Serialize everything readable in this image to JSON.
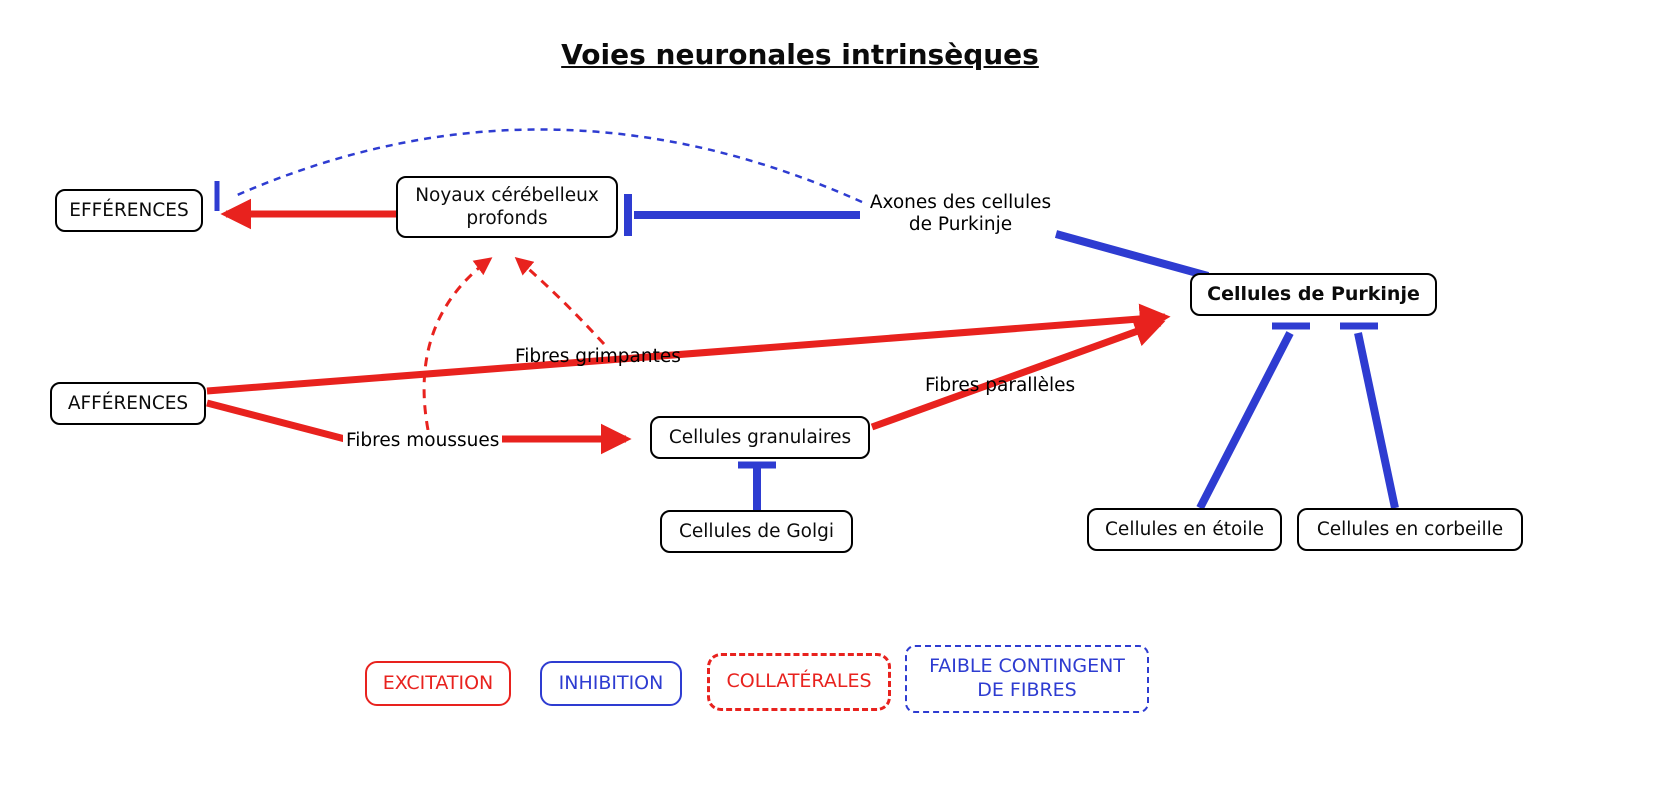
{
  "title": "Voies neuronales intrinsèques",
  "colors": {
    "excitation": "#e8221e",
    "inhibition": "#2e3cd1"
  },
  "nodes": {
    "efferences": {
      "label": "EFFÉRENCES"
    },
    "noyaux": {
      "label": "Noyaux cérébelleux profonds"
    },
    "afferences": {
      "label": "AFFÉRENCES"
    },
    "granulaires": {
      "label": "Cellules granulaires"
    },
    "golgi": {
      "label": "Cellules de Golgi"
    },
    "purkinje": {
      "label": "Cellules de Purkinje"
    },
    "etoile": {
      "label": "Cellules en étoile"
    },
    "corbeille": {
      "label": "Cellules en corbeille"
    }
  },
  "labels": {
    "axones": "Axones des cellules de Purkinje",
    "grimpantes": "Fibres grimpantes",
    "paralleles": "Fibres parallèles",
    "moussues": "Fibres moussues"
  },
  "edges": [
    {
      "from": "noyaux",
      "to": "efferences",
      "type": "excitation"
    },
    {
      "from": "afferences",
      "to": "purkinje",
      "type": "excitation",
      "via": "Fibres grimpantes"
    },
    {
      "from": "afferences",
      "to": "granulaires",
      "type": "excitation",
      "via": "Fibres moussues"
    },
    {
      "from": "granulaires",
      "to": "purkinje",
      "type": "excitation",
      "via": "Fibres parallèles"
    },
    {
      "from": "fibres-moussues",
      "to": "noyaux",
      "type": "collaterale"
    },
    {
      "from": "fibres-grimpantes",
      "to": "noyaux",
      "type": "collaterale"
    },
    {
      "from": "axones-purkinje",
      "to": "noyaux",
      "type": "inhibition"
    },
    {
      "from": "purkinje",
      "to": "axones-purkinje",
      "type": "connexion"
    },
    {
      "from": "etoile",
      "to": "purkinje",
      "type": "inhibition"
    },
    {
      "from": "corbeille",
      "to": "purkinje",
      "type": "inhibition"
    },
    {
      "from": "golgi",
      "to": "granulaires",
      "type": "inhibition"
    },
    {
      "from": "axones-purkinje",
      "to": "efferences",
      "type": "faible-contingent-de-fibres"
    }
  ],
  "legend": [
    {
      "label": "EXCITATION",
      "color": "red",
      "style": "solid"
    },
    {
      "label": "INHIBITION",
      "color": "blue",
      "style": "solid"
    },
    {
      "label": "COLLATÉRALES",
      "color": "red",
      "style": "dashed"
    },
    {
      "label": "FAIBLE CONTINGENT DE FIBRES",
      "color": "blue",
      "style": "dashed"
    }
  ]
}
